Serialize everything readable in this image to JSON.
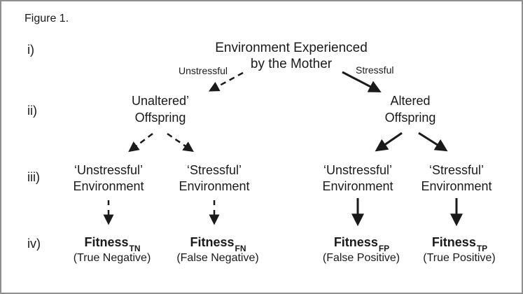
{
  "figure_label": "Figure 1.",
  "row_labels": {
    "i": "i)",
    "ii": "ii)",
    "iii": "iii)",
    "iv": "iv)"
  },
  "root": {
    "title": "Environment Experienced\nby the Mother"
  },
  "branch_labels": {
    "unstressful": "Unstressful",
    "stressful": "Stressful"
  },
  "offspring": {
    "unaltered": "Unaltered’\nOffspring",
    "altered": "Altered\nOffspring"
  },
  "environments": [
    "‘Unstressful’\nEnvironment",
    "‘Stressful’\nEnvironment",
    "‘Unstressful’\nEnvironment",
    "‘Stressful’\nEnvironment"
  ],
  "fitness": [
    {
      "label": "Fitness",
      "subscript": "TN",
      "caption": "(True Negative)"
    },
    {
      "label": "Fitness",
      "subscript": "FN",
      "caption": "(False Negative)"
    },
    {
      "label": "Fitness",
      "subscript": "FP",
      "caption": "(False Positive)"
    },
    {
      "label": "Fitness",
      "subscript": "TP",
      "caption": "(True Positive)"
    }
  ],
  "colors": {
    "text": "#1a1a1a",
    "background": "#ffffff",
    "frame_border": "#8f8f8f",
    "arrow": "#1a1a1a"
  }
}
